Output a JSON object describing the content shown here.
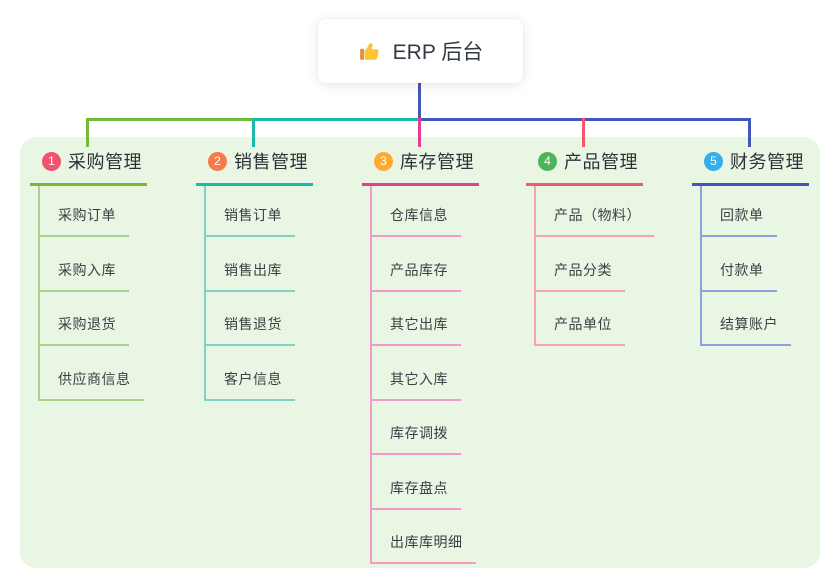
{
  "root": {
    "label": "ERP 后台",
    "icon": "thumbs-up-icon"
  },
  "branches": [
    {
      "badge": "1",
      "title": "采购管理",
      "badge_color": "#f0536d",
      "line_color": "#74b83c",
      "light_line_color": "#a9d287",
      "children": [
        "采购订单",
        "采购入库",
        "采购退货",
        "供应商信息"
      ]
    },
    {
      "badge": "2",
      "title": "销售管理",
      "badge_color": "#f87a4b",
      "line_color": "#18b8ac",
      "light_line_color": "#7fd2c8",
      "children": [
        "销售订单",
        "销售出库",
        "销售退货",
        "客户信息"
      ]
    },
    {
      "badge": "3",
      "title": "库存管理",
      "badge_color": "#fbab32",
      "line_color": "#e23d97",
      "light_line_color": "#f49ac4",
      "children": [
        "仓库信息",
        "产品库存",
        "其它出库",
        "其它入库",
        "库存调拨",
        "库存盘点",
        "出库库明细"
      ]
    },
    {
      "badge": "4",
      "title": "产品管理",
      "badge_color": "#4cb558",
      "line_color": "#f4566c",
      "light_line_color": "#f8a3ac",
      "children": [
        "产品（物料）",
        "产品分类",
        "产品单位"
      ]
    },
    {
      "badge": "5",
      "title": "财务管理",
      "badge_color": "#35aee9",
      "line_color": "#4356ba",
      "light_line_color": "#90a0dc",
      "children": [
        "回款单",
        "付款单",
        "结算账户"
      ]
    }
  ],
  "colors": {
    "canvas_bg": "#ffffff",
    "panel_bg": "#e9f6e3",
    "root_connector": "#4356ba",
    "thumb_yellow": "#fdc62f",
    "thumb_cuff": "#e78f3c"
  }
}
